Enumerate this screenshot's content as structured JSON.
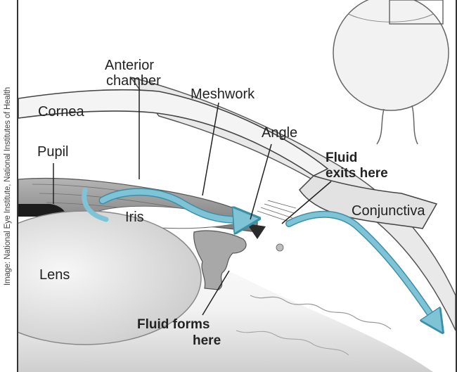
{
  "credit": "Image: National Eye Institute, National Institutes of Health",
  "labels": {
    "anterior_chamber_1": "Anterior",
    "anterior_chamber_2": "chamber",
    "meshwork": "Meshwork",
    "cornea": "Cornea",
    "angle": "Angle",
    "pupil": "Pupil",
    "fluid_exits_1": "Fluid",
    "fluid_exits_2": "exits here",
    "iris": "Iris",
    "conjunctiva": "Conjunctiva",
    "lens": "Lens",
    "fluid_forms_1": "Fluid forms",
    "fluid_forms_2": "here"
  },
  "colors": {
    "fluid": "#7fc3d6",
    "fluid_edge": "#3d8fa8",
    "tissue": "#c9c9c9",
    "tissue_dark": "#8c8c8c",
    "lens": "#e4e4e4",
    "background_shade": "#d9d9d9"
  }
}
